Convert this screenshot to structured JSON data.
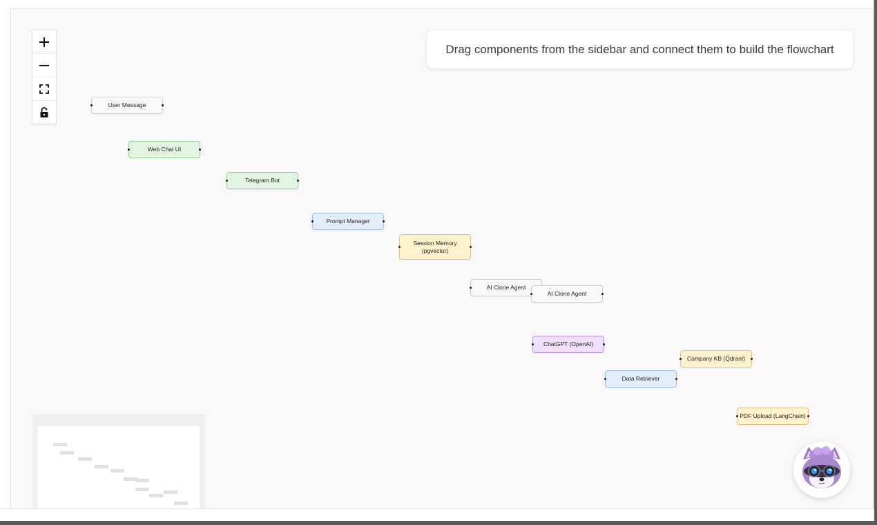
{
  "canvas": {
    "hint_text": "Drag components from the sidebar and connect them to build the flowchart"
  },
  "controls": {
    "zoom_in": "+",
    "zoom_out": "—",
    "fit_view": "fit-view-icon",
    "lock": "lock-icon"
  },
  "nodes": [
    {
      "label": "User Message",
      "color": "gray"
    },
    {
      "label": "Web Chat UI",
      "color": "green"
    },
    {
      "label": "Telegram Bot",
      "color": "green"
    },
    {
      "label": "Prompt Manager",
      "color": "blue"
    },
    {
      "label": "Session Memory (pgvector)",
      "color": "yellow"
    },
    {
      "label": "AI Clone Agent",
      "color": "gray"
    },
    {
      "label": "AI Clone Agent",
      "color": "gray"
    },
    {
      "label": "ChatGPT (OpenAI)",
      "color": "purple"
    },
    {
      "label": "Company KB (Qdrant)",
      "color": "yellow"
    },
    {
      "label": "Data Retriever",
      "color": "blue"
    },
    {
      "label": "PDF Upload (LangChain)",
      "color": "yellow"
    }
  ],
  "colors": {
    "gray": "#faf9fa",
    "green": "#e2f5e3",
    "blue": "#e4eefb",
    "yellow": "#fff3cd",
    "purple": "#efe0fb"
  },
  "assistant": {
    "icon": "raccoon-avatar-icon"
  }
}
